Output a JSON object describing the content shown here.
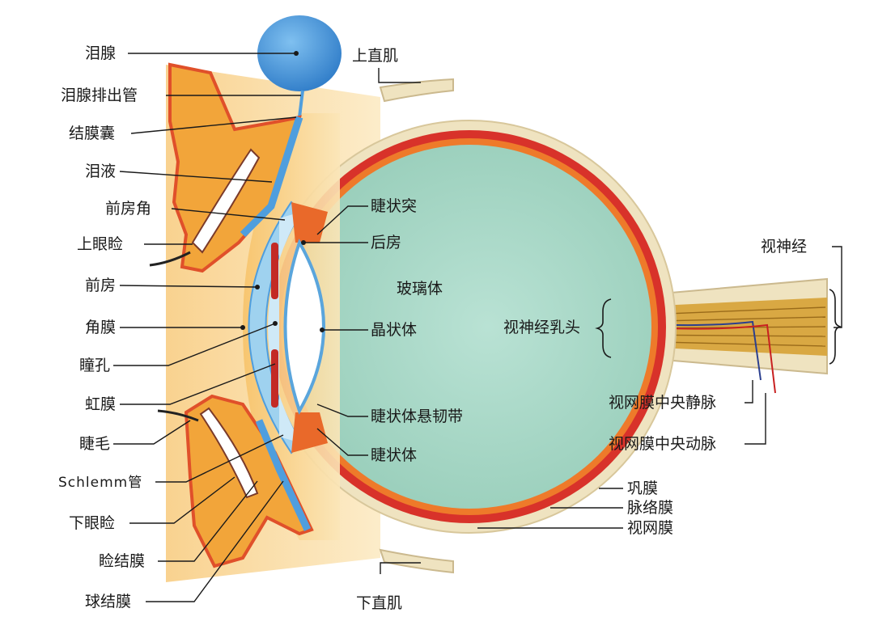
{
  "labels": {
    "lacrimal_gland": "泪腺",
    "lacrimal_duct": "泪腺排出管",
    "conjunctival_sac": "结膜囊",
    "tears": "泪液",
    "anterior_chamber_angle": "前房角",
    "upper_eyelid": "上眼睑",
    "anterior_chamber": "前房",
    "cornea": "角膜",
    "pupil": "瞳孔",
    "iris": "虹膜",
    "eyelash": "睫毛",
    "schlemm_canal": "Schlemm管",
    "lower_eyelid": "下眼睑",
    "palpebral_conjunctiva": "睑结膜",
    "bulbar_conjunctiva": "球结膜",
    "superior_rectus": "上直肌",
    "ciliary_process": "睫状突",
    "posterior_chamber": "后房",
    "vitreous_body": "玻璃体",
    "lens": "晶状体",
    "zonule": "睫状体悬韧带",
    "ciliary_body": "睫状体",
    "inferior_rectus": "下直肌",
    "optic_nerve": "视神经",
    "optic_disc": "视神经乳头",
    "central_retinal_vein": "视网膜中央静脉",
    "central_retinal_artery": "视网膜中央动脉",
    "sclera": "巩膜",
    "choroid": "脉络膜",
    "retina": "视网膜"
  },
  "colors": {
    "vitreous": "#a9d9c9",
    "sclera": "#efe3c0",
    "choroid": "#d8322a",
    "retina": "#ee7a2a",
    "cornea": "#9fd2ef",
    "gland": "#4f9ede",
    "eyelid": "#f2a53a",
    "nerve_fiber": "#d4a640"
  }
}
